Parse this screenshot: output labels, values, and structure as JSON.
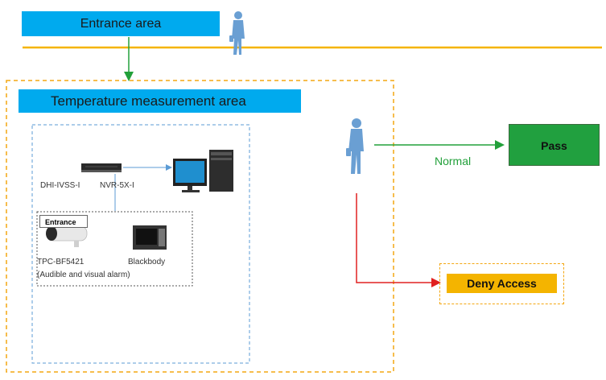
{
  "labels": {
    "entrance_area": "Entrance area",
    "temperature_area": "Temperature measurement area",
    "device_ivss": "DHI-IVSS-I",
    "device_nvr": "NVR-5X-I",
    "entrance": "Entrance",
    "camera": "TPC-BF5421",
    "blackbody": "Blackbody",
    "alarm": "(Audible and visual alarm)",
    "normal": "Normal",
    "pass": "Pass",
    "deny": "Deny Access"
  },
  "icons": {
    "person": "person-walking-icon",
    "nvr": "nvr-device-icon",
    "computer": "desktop-computer-icon",
    "camera": "bullet-camera-icon",
    "blackbody": "blackbody-icon"
  },
  "colors": {
    "label_blue": "#00aaee",
    "line_yellow": "#f5b400",
    "pass_green": "#21a03f",
    "arrow_green": "#22a03a",
    "arrow_red": "#e02020",
    "dashed_blue": "#5b9bd5",
    "figure_blue": "#6a9fd3"
  }
}
